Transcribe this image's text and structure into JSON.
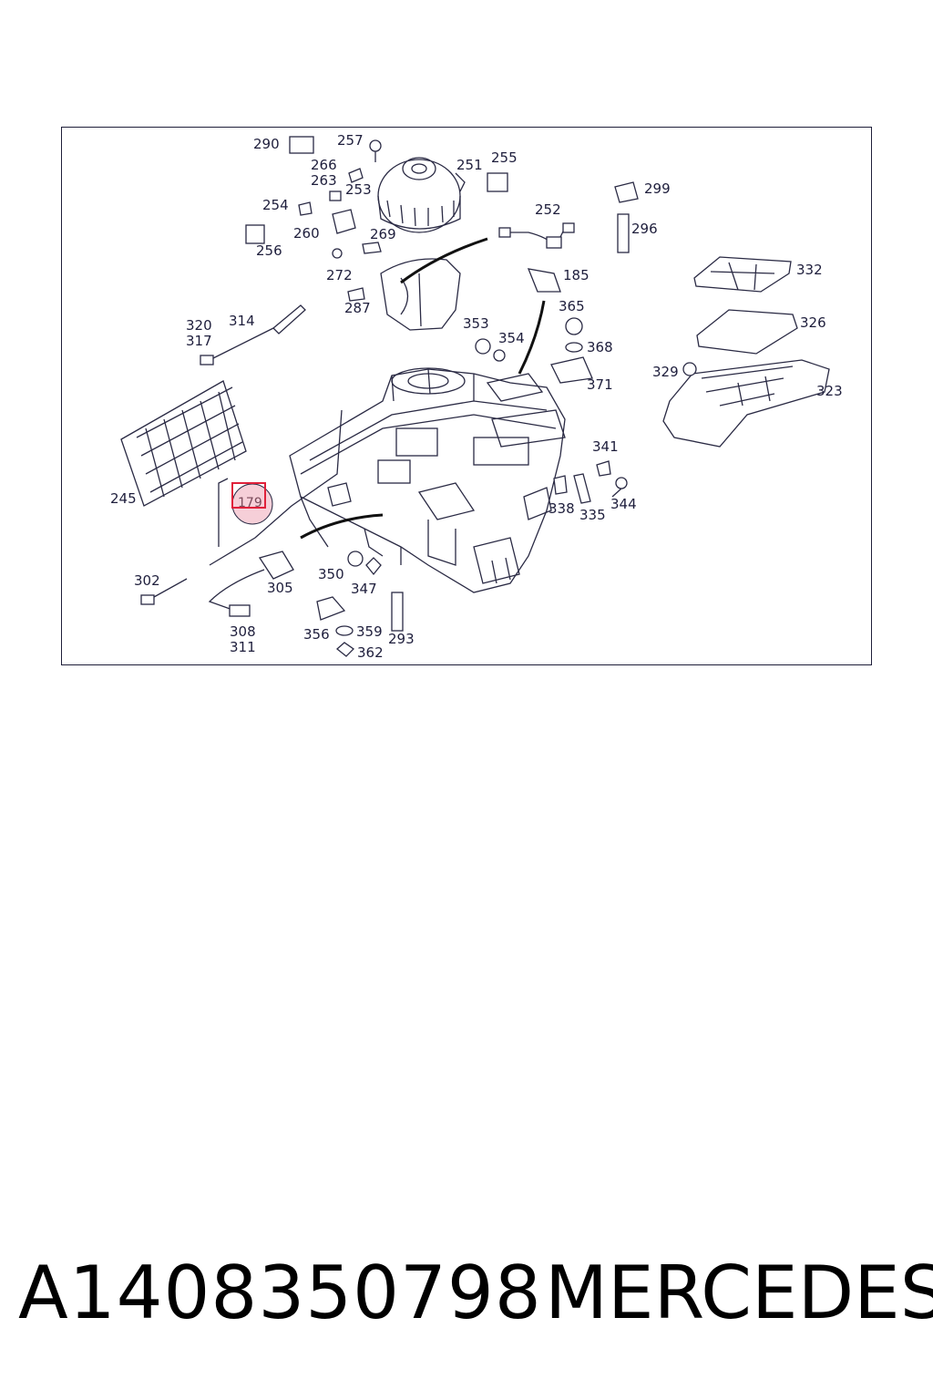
{
  "diagram": {
    "highlighted_part": "179",
    "labels": {
      "l290": "290",
      "l257": "257",
      "l266": "266",
      "l263": "263",
      "l253": "253",
      "l251": "251",
      "l255": "255",
      "l254": "254",
      "l260": "260",
      "l269": "269",
      "l256": "256",
      "l252": "252",
      "l299": "299",
      "l296": "296",
      "l272": "272",
      "l287": "287",
      "l185": "185",
      "l332": "332",
      "l320": "320",
      "l317": "317",
      "l314": "314",
      "l353": "353",
      "l354": "354",
      "l365": "365",
      "l368": "368",
      "l326": "326",
      "l329": "329",
      "l371": "371",
      "l323": "323",
      "l341": "341",
      "l245": "245",
      "l338": "338",
      "l335": "335",
      "l344": "344",
      "l302": "302",
      "l305": "305",
      "l350": "350",
      "l347": "347",
      "l308": "308",
      "l311": "311",
      "l356": "356",
      "l359": "359",
      "l293": "293",
      "l362": "362"
    }
  },
  "footer": {
    "part_number": "A1408350798",
    "brand": "MERCEDES"
  }
}
